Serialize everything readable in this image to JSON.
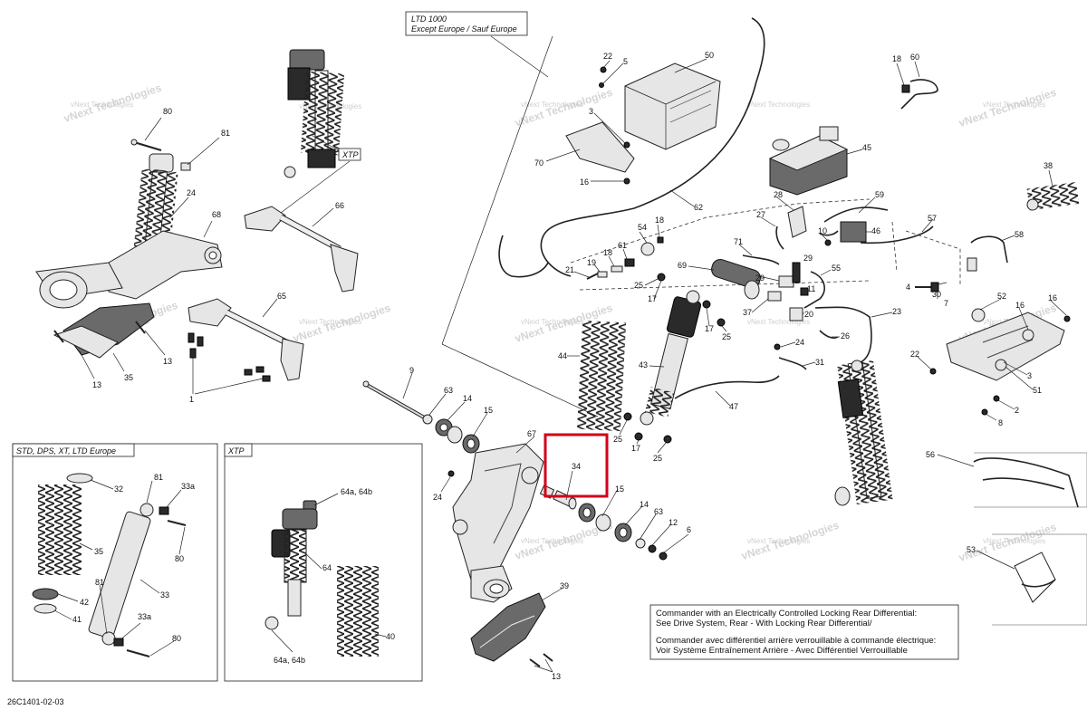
{
  "diagram_code": "26C1401-02-03",
  "watermark": "vNext Technologies",
  "callout_boxes": {
    "ltd": {
      "line1": "LTD 1000",
      "line2": "Except Europe / Sauf Europe"
    },
    "xtp_top": "XTP",
    "std": "STD, DPS, XT, LTD Europe",
    "xtp_bottom": "XTP"
  },
  "highlighted_part": "34",
  "note": {
    "line1": "Commander with an Electrically Controlled Locking Rear Differential:",
    "line2": "See Drive System, Rear - With Locking Rear Differential/",
    "line3": "Commander avec différentiel arrière verrouillable à commande électrique:",
    "line4": "Voir Système Entraînement Arrière - Avec Différentiel Verrouillable"
  },
  "part_labels": {
    "p80a": "80",
    "p81a": "81",
    "p24a": "24",
    "p68": "68",
    "p66": "66",
    "p65": "65",
    "p13a": "13",
    "p35a": "35",
    "p13b": "13",
    "p1": "1",
    "p22a": "22",
    "p5": "5",
    "p50": "50",
    "p3a": "3",
    "p70": "70",
    "p16a": "16",
    "p62": "62",
    "p18a": "18",
    "p60": "60",
    "p45": "45",
    "p38": "38",
    "p28": "28",
    "p27": "27",
    "p59": "59",
    "p10": "10",
    "p46": "46",
    "p57": "57",
    "p58": "58",
    "p54": "54",
    "p18b": "18",
    "p61": "61",
    "p18c": "18",
    "p19": "19",
    "p21": "21",
    "p71": "71",
    "p69": "69",
    "p29": "29",
    "p25a": "25",
    "p17a": "17",
    "p37": "37",
    "p4": "4",
    "p30": "30",
    "p7": "7",
    "p55": "55",
    "p11": "11",
    "p20": "20",
    "p23": "23",
    "p26": "26",
    "p24b": "24",
    "p31": "31",
    "p25b": "25",
    "p17b": "17",
    "p44": "44",
    "p43": "43",
    "p47": "47",
    "p25c": "25",
    "p17c": "17",
    "p25d": "25",
    "p52": "52",
    "p16b": "16",
    "p16c": "16",
    "p22b": "22",
    "p3b": "3",
    "p51": "51",
    "p2": "2",
    "p8": "8",
    "p9": "9",
    "p63a": "63",
    "p14a": "14",
    "p15a": "15",
    "p67": "67",
    "p24c": "24",
    "p34": "34",
    "p15b": "15",
    "p14b": "14",
    "p63b": "63",
    "p12": "12",
    "p6": "6",
    "p39": "39",
    "p13c": "13",
    "p56": "56",
    "p53": "53",
    "p32": "32",
    "p81b": "81",
    "p33a1": "33a",
    "p80b": "80",
    "p35b": "35",
    "p33": "33",
    "p42": "42",
    "p81c": "81",
    "p41": "41",
    "p33a2": "33a",
    "p80c": "80",
    "p64ab1": "64a, 64b",
    "p64": "64",
    "p40": "40",
    "p64ab2": "64a, 64b"
  }
}
